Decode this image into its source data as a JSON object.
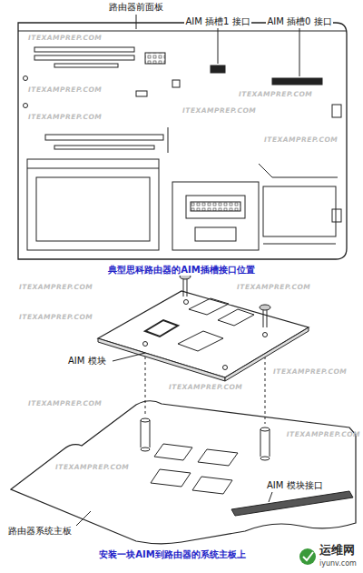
{
  "diagram": {
    "caption": "安装一块AIM到路由器的系统主板上",
    "labels": [
      "路由器前面板",
      "AIM 插槽1 接口",
      "AIM 插槽0 接口",
      "典型思科路由器的AIM插槽接口位置",
      "AIM 模块",
      "AIM 模块接口",
      "路由器系统主板",
      "ITEXAMPREP.COM",
      "ITEXAMPREP.COM",
      "ITEXAMPREP.COM",
      "ITEXAMPREP.COM",
      "ITEXAMPREP.COM",
      "ITEXAMPREP.COM",
      "ITEXAMPREP.COM",
      "ITEXAMPREP.COM",
      "ITEXAMPREP.COM",
      "ITEXAMPREP.COM",
      "ITEXAMPREP.COM",
      "ITEXAMPREP.COM",
      "ITEXAMPREP.COM",
      "ITEXAMPREP.COM",
      "运维网",
      "iyunv.com"
    ]
  }
}
